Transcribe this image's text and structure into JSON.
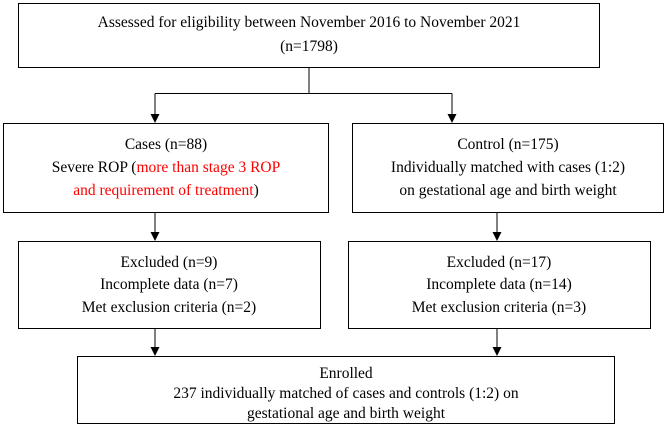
{
  "colors": {
    "text": "#000000",
    "highlight": "#ff0000",
    "border": "#000000",
    "background": "#ffffff"
  },
  "assessed": {
    "line1": "Assessed for eligibility between November 2016 to November 2021",
    "line2": "(n=1798)"
  },
  "cases": {
    "title": "Cases  (n=88)",
    "line2_prefix": "Severe ROP (",
    "line2_highlight": "more than stage 3 ROP",
    "line3_highlight": "and requirement of treatment",
    "line3_suffix": ")"
  },
  "control": {
    "title": "Control (n=175)",
    "line2": "Individually matched with cases (1:2)",
    "line3": "on gestational age and birth weight"
  },
  "excluded_cases": {
    "title": "Excluded (n=9)",
    "line2": "Incomplete data (n=7)",
    "line3": "Met exclusion criteria (n=2)"
  },
  "excluded_control": {
    "title": "Excluded (n=17)",
    "line2": "Incomplete data (n=14)",
    "line3": "Met exclusion criteria (n=3)"
  },
  "enrolled": {
    "title": "Enrolled",
    "line2": "237 individually matched of cases and controls (1:2) on",
    "line3": "gestational age and birth weight"
  }
}
